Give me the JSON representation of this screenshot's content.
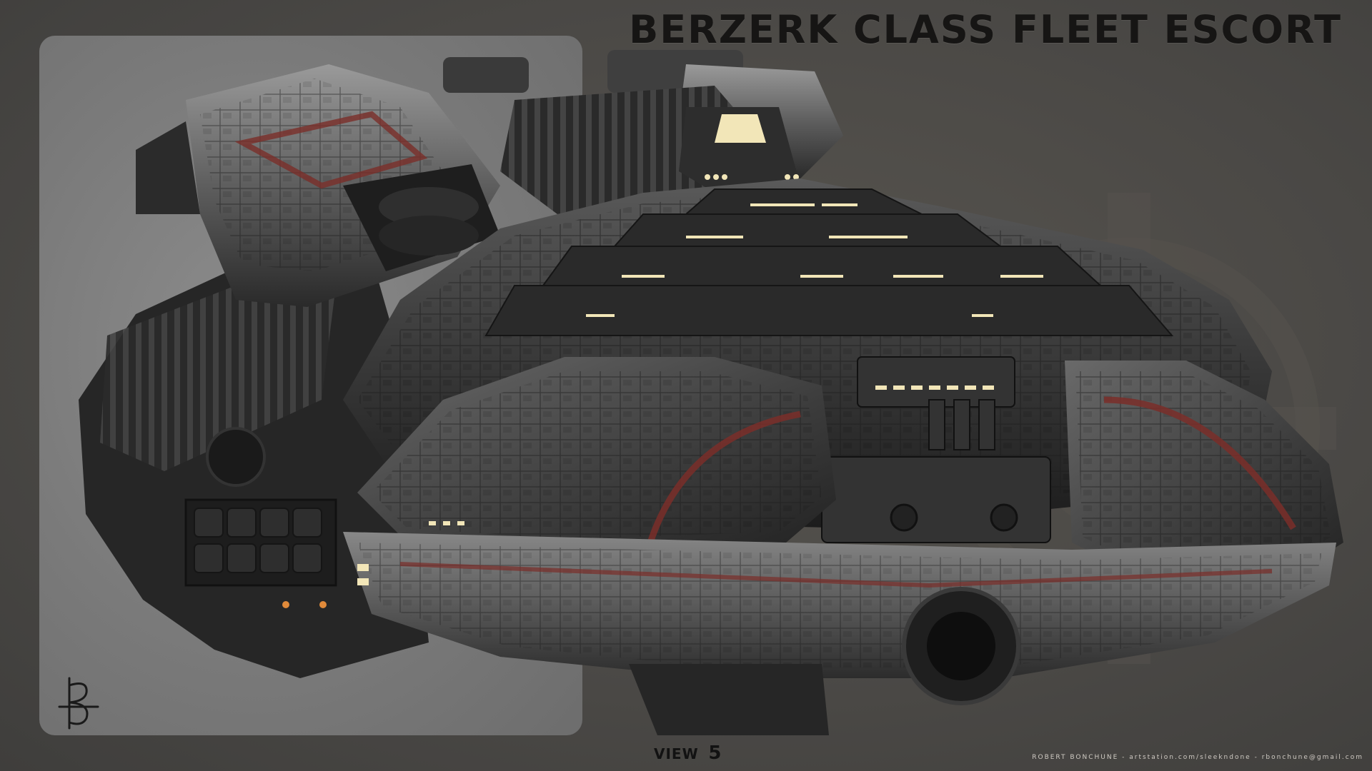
{
  "title": "BERZERK CLASS FLEET ESCORT",
  "view": {
    "word": "VIEW",
    "number": "5"
  },
  "credit": "ROBERT BONCHUNE - artstation.com/sleekndone - rbonchune@gmail.com",
  "colors": {
    "background": "#4b4946",
    "panel": "#7a7a7a",
    "hull_dark": "#2a2a2a",
    "hull_mid": "#4a4a4a",
    "hull_light": "#8a8a8a",
    "accent_stripe": "#7a2e29",
    "window_glow": "#f2e6b8",
    "title_text": "#161514"
  },
  "icons": {
    "signature": "artist-signature-mark",
    "emblem": "faint-gear-emblem"
  }
}
